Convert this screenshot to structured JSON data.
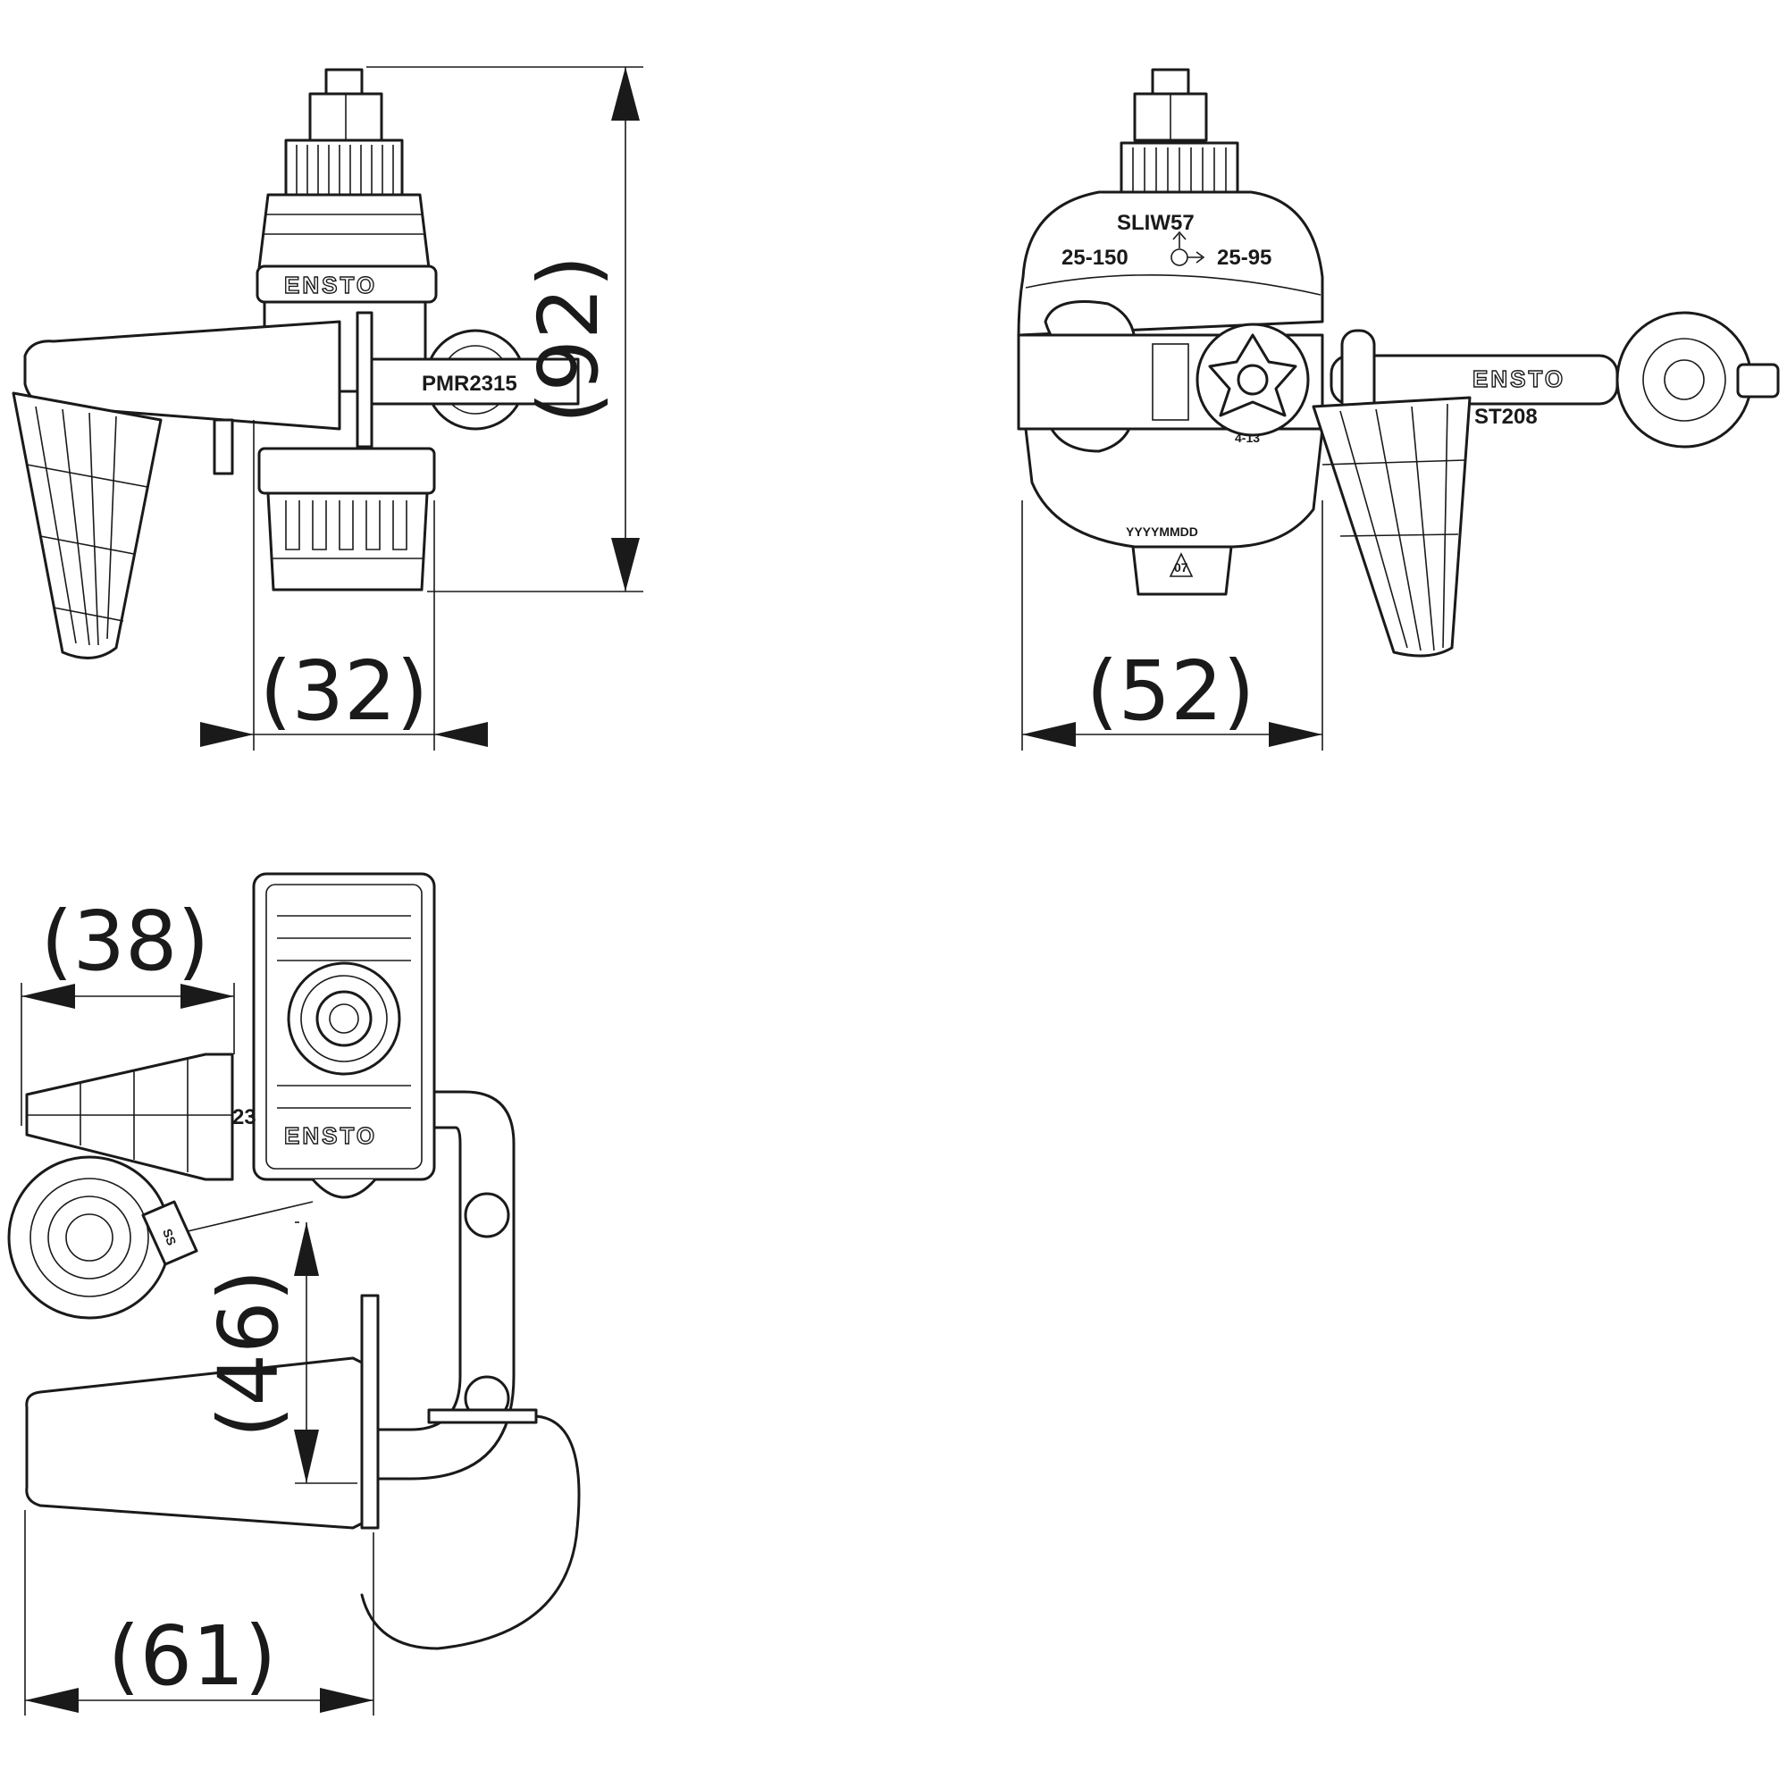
{
  "dimensions": {
    "height_side": "(92)",
    "width_side": "(32)",
    "width_front": "(52)",
    "top_left_length": "(38)",
    "top_vertical": "(46)",
    "top_bottom_length": "(61)"
  },
  "labels": {
    "brand": "ENSTO",
    "cap_code": "PMR2315",
    "connector_code": "SLIW57",
    "range_main": "25-150",
    "range_tap": "25-95",
    "bolt_range": "4-13",
    "date_code": "YYYYMMDD",
    "cap_code_front": "ST208",
    "recycle_code": "07",
    "partial_code": "23",
    "tag_text": "SS"
  }
}
